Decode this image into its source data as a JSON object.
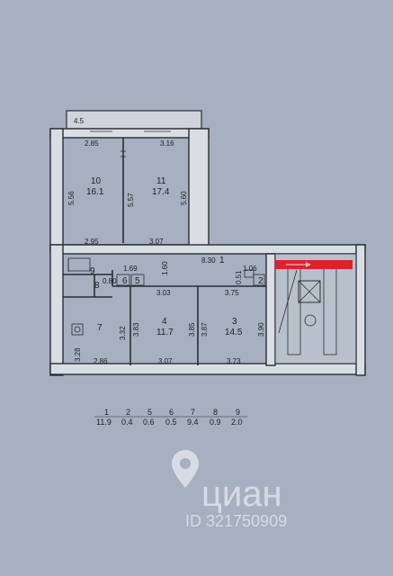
{
  "balcony": {
    "label": "4.5"
  },
  "dimensions": {
    "top_left_width": "2.85",
    "top_right_width": "3.16",
    "left_room_height": "5.56",
    "middle_wall_height": "5.57",
    "right_room_height": "5.60",
    "lower_left_width": "2.95",
    "lower_mid_width": "3.07",
    "corridor_length": "8.30",
    "bath_width": "1.69",
    "corridor_height": "1.60",
    "entry_width": "1.06",
    "toilet_width": "0.80",
    "entry_depth": "0.51",
    "room4_top_width": "3.03",
    "room3_top_width": "3.75",
    "kitchen_height": "3.32",
    "kitchen_low": "3.28",
    "room4_left": "3.83",
    "room4_right": "3.85",
    "room3_left": "3.87",
    "room3_right": "3.90",
    "kitchen_bottom": "2.86",
    "room4_bottom": "3.07",
    "room3_bottom": "3.73"
  },
  "rooms": [
    {
      "num": "10",
      "area": "16.1"
    },
    {
      "num": "11",
      "area": "17.4"
    },
    {
      "num": "1",
      "area": ""
    },
    {
      "num": "9",
      "area": ""
    },
    {
      "num": "8",
      "area": ""
    },
    {
      "num": "6",
      "area": ""
    },
    {
      "num": "5",
      "area": ""
    },
    {
      "num": "2",
      "area": ""
    },
    {
      "num": "7",
      "area": ""
    },
    {
      "num": "4",
      "area": "11.7"
    },
    {
      "num": "3",
      "area": "14.5"
    }
  ],
  "legend": [
    {
      "num": "1",
      "area": "11.9"
    },
    {
      "num": "2",
      "area": "0.4"
    },
    {
      "num": "5",
      "area": "0.6"
    },
    {
      "num": "6",
      "area": "0.5"
    },
    {
      "num": "7",
      "area": "9.4"
    },
    {
      "num": "8",
      "area": "0.9"
    },
    {
      "num": "9",
      "area": "2.0"
    }
  ],
  "watermark": {
    "brand": "циан",
    "id_text": "ID 321750909"
  },
  "colors": {
    "background": "#a6b0c0",
    "walls": "#d9dde4",
    "lines": "#2a2d33",
    "marker": "#e0202a"
  }
}
